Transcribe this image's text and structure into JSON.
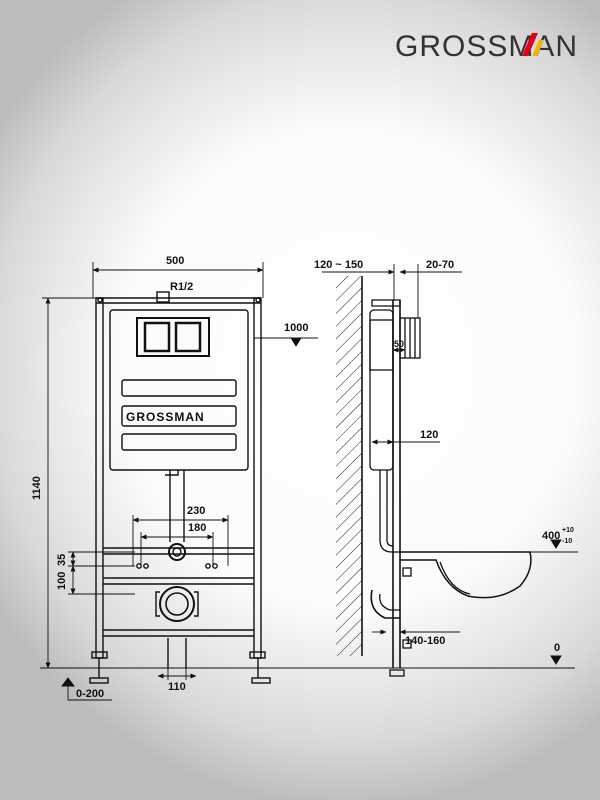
{
  "brand": {
    "logo_text": "GROSSMAN",
    "accent_colors": [
      "#e2001a",
      "#f5b400"
    ]
  },
  "front_view": {
    "width_label": "500",
    "connection_label": "R1/2",
    "cistern_logo": "GROSSMAN",
    "height_label": "1140",
    "mount_height_label": "1000",
    "distance_230_label": "230",
    "distance_180_label": "180",
    "offset_35_label": "35",
    "offset_100_label": "100",
    "drain_width_label": "110",
    "adjust_label": "0-200"
  },
  "side_view": {
    "wall_gap_label": "120 ~ 150",
    "panel_label": "20-70",
    "depth_50_label": "50",
    "depth_120_label": "120",
    "bowl_height_label": "400",
    "bowl_tol_plus": "+10",
    "bowl_tol_minus": "-10",
    "outlet_label": "140-160",
    "floor_label": "0"
  }
}
